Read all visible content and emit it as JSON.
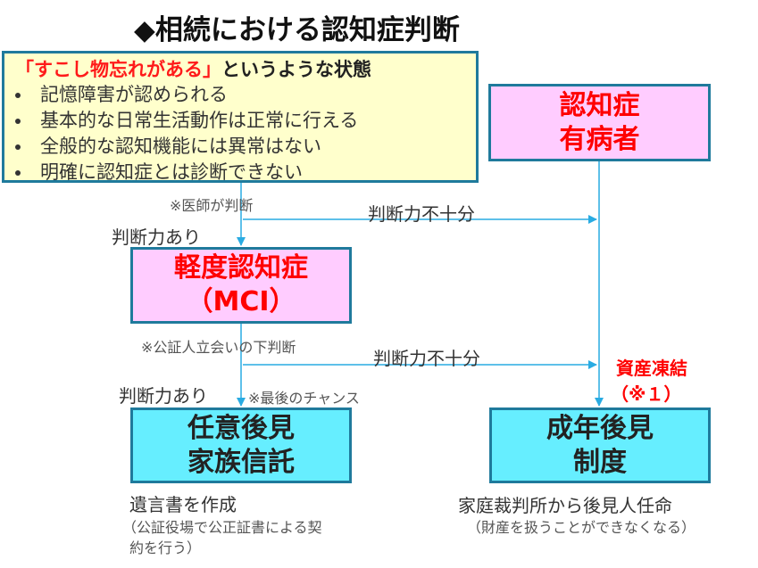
{
  "title": "◆相続における認知症判断",
  "note_box": {
    "heading_red": "「すこし物忘れがある」",
    "heading_black": "というような状態",
    "items": [
      "記憶障害が認められる",
      "基本的な日常生活動作は正常に行える",
      "全般的な認知機能には異常はない",
      "明確に認知症とは診断できない"
    ]
  },
  "boxes": {
    "dementia": {
      "line1": "認知症",
      "line2": "有病者"
    },
    "mci": {
      "line1": "軽度認知症",
      "line2": "（MCI）"
    },
    "voluntary": {
      "line1": "任意後見",
      "line2": "家族信託"
    },
    "adult": {
      "line1": "成年後見",
      "line2": "制度"
    }
  },
  "labels": {
    "doctor_judges": "※医師が判断",
    "capable_1": "判断力あり",
    "insufficient_1": "判断力不十分",
    "notary_judges": "※公証人立会いの下判断",
    "insufficient_2": "判断力不十分",
    "capable_2": "判断力あり",
    "last_chance": "※最後のチャンス",
    "asset_freeze_1": "資産凍結",
    "asset_freeze_2": "（※１）",
    "will_title": "遺言書を作成",
    "will_note_1": "（公証役場で公正証書による契",
    "will_note_2": "約を行う）",
    "court_title": "家庭裁判所から後見人任命",
    "court_note": "（財産を扱うことができなくなる）"
  },
  "colors": {
    "arrow": "#29abe2",
    "box_border": "#1f7a9c",
    "pink_fill": "#ffccff",
    "cyan_fill": "#66eeff",
    "note_fill": "#ffffcc",
    "accent_red": "#ff0000"
  }
}
